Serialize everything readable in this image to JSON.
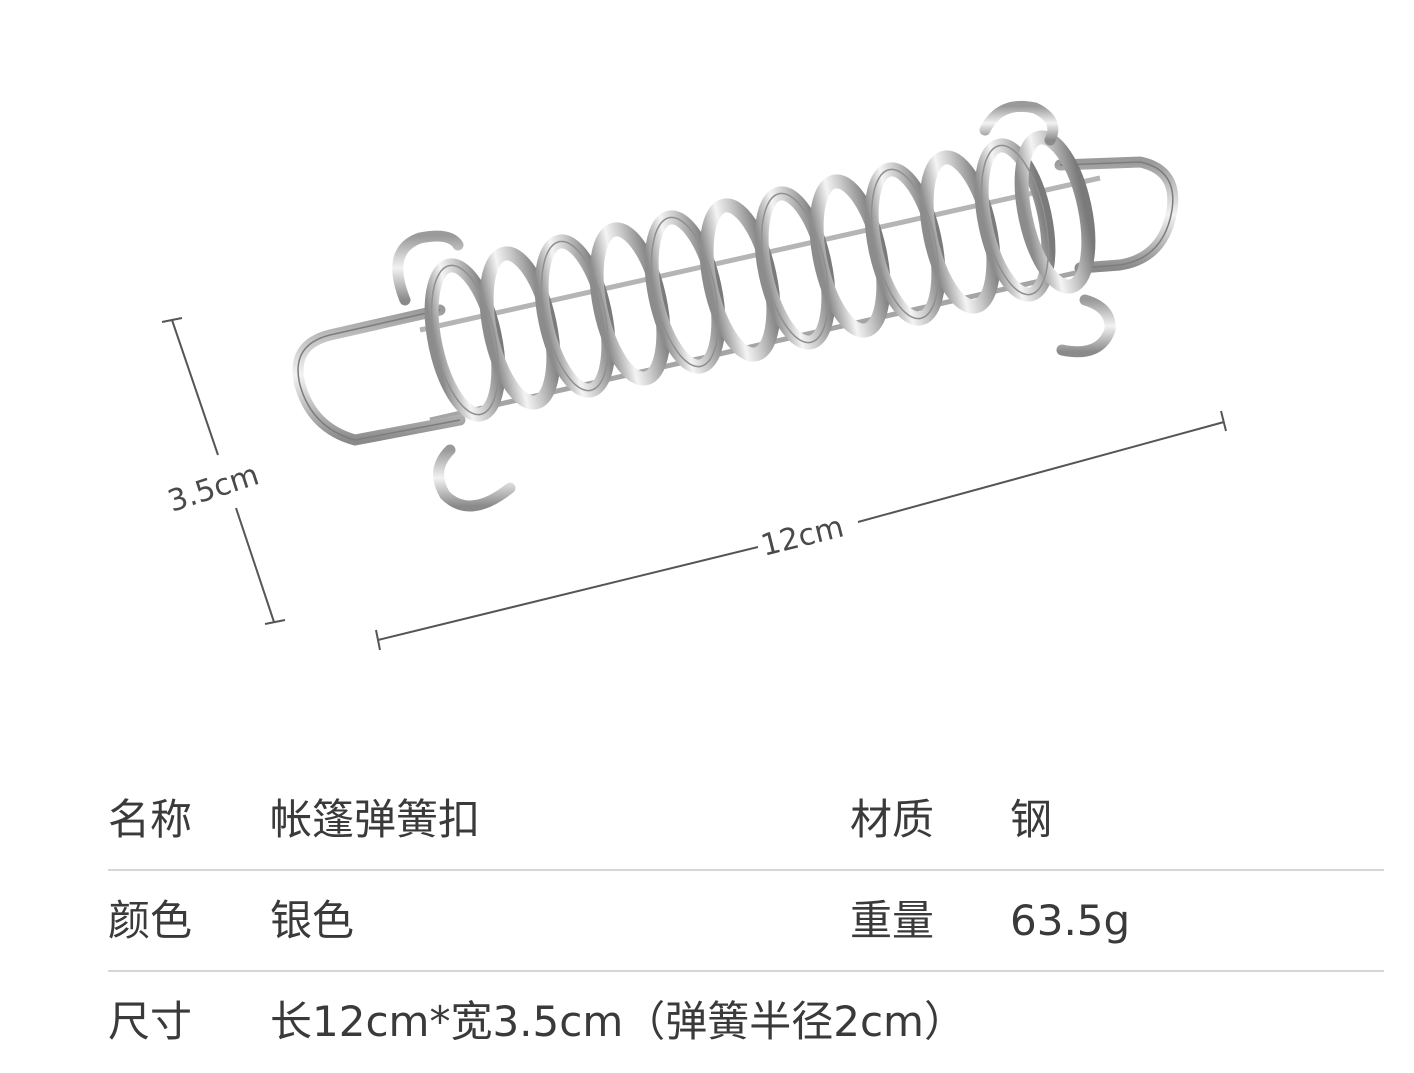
{
  "illustration": {
    "height_label": "3.5cm",
    "length_label": "12cm",
    "colors": {
      "steel_light": "#f4f4f4",
      "steel_mid": "#c9c9c9",
      "steel_dark": "#8c8c8c",
      "dimension_line": "#555555"
    }
  },
  "specs": {
    "rows": [
      {
        "label_1": "名称",
        "value_1": "帐篷弹簧扣",
        "label_2": "材质",
        "value_2": "钢"
      },
      {
        "label_1": "颜色",
        "value_1": "银色",
        "label_2": "重量",
        "value_2": "63.5g"
      },
      {
        "label_1": "尺寸",
        "value_1": "长12cm*宽3.5cm（弹簧半径2cm）"
      }
    ]
  }
}
